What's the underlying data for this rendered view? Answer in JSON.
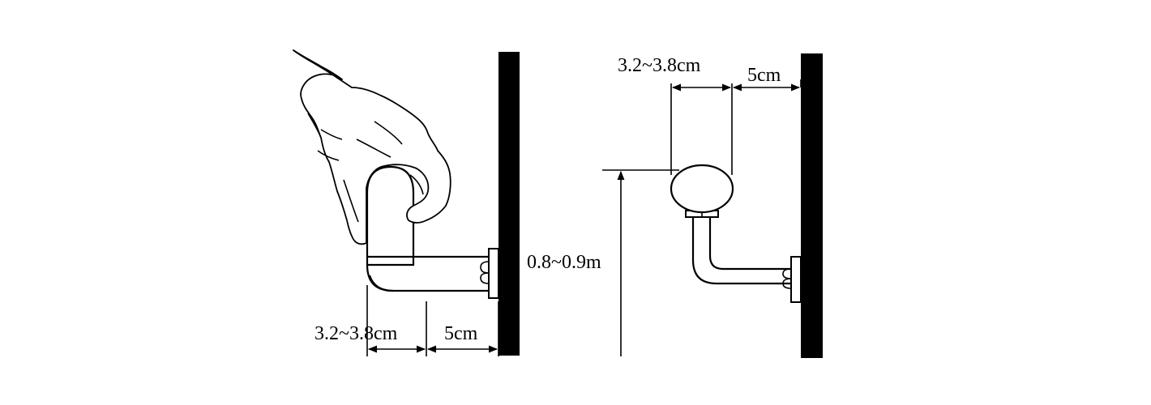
{
  "left_figure": {
    "width_label": "3.2~3.8cm",
    "gap_label": "5cm"
  },
  "right_figure": {
    "width_label": "3.2~3.8cm",
    "gap_label": "5cm",
    "height_label": "0.8~0.9m"
  },
  "colors": {
    "ink": "#000000",
    "background": "#ffffff"
  }
}
